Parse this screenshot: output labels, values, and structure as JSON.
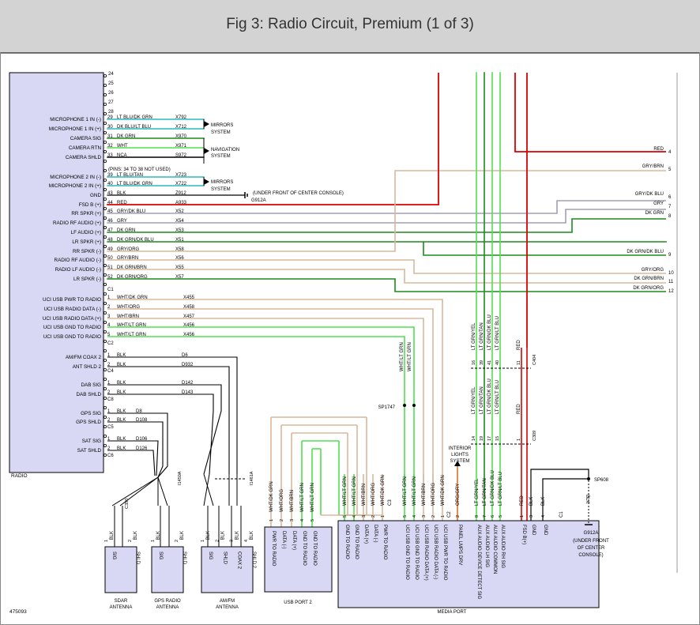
{
  "header": {
    "title": "Fig 3: Radio Circuit, Premium (1 of 3)"
  },
  "figure_id": "475093",
  "top_ref": "",
  "radio": {
    "label": "RADIO",
    "pins_note": "(PINS: 34 TO 38 NOT USED)",
    "connectors": [
      "C1",
      "C2",
      "C4",
      "C8",
      "C5",
      "C6"
    ],
    "left_labels": [
      "MICROPHONE 1 IN (-)",
      "MICROPHONE 1 IN (+)",
      "CAMERA SIG",
      "CAMERA RTN",
      "CAMERA SHLD",
      "MICROPHONE 2 IN (-)",
      "MICROPHONE 2 IN (+)",
      "GND",
      "FSD B (+)",
      "RR SPKR (+)",
      "RADIO RF AUDIO (+)",
      "LF AUDIO (+)",
      "LR SPKR (+)",
      "RR SPKR (-)",
      "RADIO RF AUDIO (-)",
      "RADIO LF AUDIO (-)",
      "LR SPKR (-)",
      "UCI USB PWR TO RADIO",
      "UCI USB RADIO DATA (-)",
      "UCI USB RADIO DATA (+)",
      "UCI USB GND TO RADIO",
      "UCI USB GND TO RADIO",
      "AM/FM COAX 2",
      "ANT SHLD 2",
      "DAB SIG",
      "DAB SHLD",
      "GPS SIG",
      "GPS SHLD",
      "SAT SIG",
      "SAT SHLD"
    ],
    "unused_pins": [
      "24",
      "25",
      "26",
      "27",
      "28"
    ],
    "pins": [
      {
        "n": "29",
        "color": "LT BLU/DK GRN",
        "circuit": "X792"
      },
      {
        "n": "30",
        "color": "DK BLU/LT BLU",
        "circuit": "X712"
      },
      {
        "n": "31",
        "color": "DK GRN",
        "circuit": "X970"
      },
      {
        "n": "32",
        "color": "WHT",
        "circuit": "X971"
      },
      {
        "n": "33",
        "color": "NCA",
        "circuit": "S972"
      },
      {
        "n": "39",
        "color": "LT BLU/TAN",
        "circuit": "X723"
      },
      {
        "n": "40",
        "color": "LT BLU/DK GRN",
        "circuit": "X722"
      },
      {
        "n": "43",
        "color": "BLK",
        "circuit": "Z912"
      },
      {
        "n": "44",
        "color": "RED",
        "circuit": "A933"
      },
      {
        "n": "45",
        "color": "GRY/DK BLU",
        "circuit": "X52"
      },
      {
        "n": "46",
        "color": "GRY",
        "circuit": "X54"
      },
      {
        "n": "47",
        "color": "DK GRN",
        "circuit": "X53"
      },
      {
        "n": "48",
        "color": "DK GRN/DK BLU",
        "circuit": "X51"
      },
      {
        "n": "49",
        "color": "GRY/ORG",
        "circuit": "X58"
      },
      {
        "n": "50",
        "color": "GRY/BRN",
        "circuit": "X56"
      },
      {
        "n": "51",
        "color": "DK GRN/BRN",
        "circuit": "X55"
      },
      {
        "n": "52",
        "color": "DK GRN/ORG",
        "circuit": "X57"
      },
      {
        "n": "1",
        "color": "WHT/DK GRN",
        "circuit": "X455"
      },
      {
        "n": "2",
        "color": "WHT/ORG",
        "circuit": "X458"
      },
      {
        "n": "3",
        "color": "WHT/BRN",
        "circuit": "X457"
      },
      {
        "n": "4",
        "color": "WHT/LT GRN",
        "circuit": "X456"
      },
      {
        "n": "5",
        "color": "WHT/LT GRN",
        "circuit": "X456"
      },
      {
        "n": "1",
        "color": "BLK",
        "circuit": "D6"
      },
      {
        "n": "2",
        "color": "BLK",
        "circuit": "D932"
      },
      {
        "n": "1",
        "color": "BLK",
        "circuit": "D142"
      },
      {
        "n": "2",
        "color": "BLK",
        "circuit": "D143"
      },
      {
        "n": "1",
        "color": "BLK",
        "circuit": "D8"
      },
      {
        "n": "2",
        "color": "BLK",
        "circuit": "D108"
      },
      {
        "n": "1",
        "color": "BLK",
        "circuit": "D106"
      },
      {
        "n": "2",
        "color": "BLK",
        "circuit": "D126"
      }
    ],
    "destinations": {
      "mirrors_1": "MIRRORS SYSTEM",
      "navigation": "NAVIGATION SYSTEM",
      "mirrors_2": "MIRRORS SYSTEM",
      "ground_note": "(UNDER FRONT OF CENTER CONSOLE)",
      "ground_id": "G912A"
    }
  },
  "right_side": {
    "wires": [
      {
        "n": "4",
        "color": "RED"
      },
      {
        "n": "5",
        "color": "GRY/BRN"
      },
      {
        "n": "6",
        "color": "GRY/DK BLU"
      },
      {
        "n": "7",
        "color": "GRY"
      },
      {
        "n": "8",
        "color": "DK GRN"
      },
      {
        "n": "9",
        "color": "DK GRN/DK BLU"
      },
      {
        "n": "10",
        "color": "GRY/ORG"
      },
      {
        "n": "11",
        "color": "DK GRN/BRN"
      },
      {
        "n": "12",
        "color": "DK GRN/ORG"
      }
    ]
  },
  "splice": "SP1747",
  "splice_wires": [
    "WHT/LT GRN",
    "WHT/LT GRN"
  ],
  "inline_connector_top": {
    "pins": [
      {
        "n": "16",
        "color": "LT GRN/YEL"
      },
      {
        "n": "39",
        "color": "LT GRN/TAN"
      },
      {
        "n": "41",
        "color": "LT GRN/DK BLU"
      },
      {
        "n": "40",
        "color": "LT GRN/LT BLU"
      },
      {
        "n": "11",
        "color": "RED"
      }
    ],
    "id": "C404"
  },
  "inline_connector_bottom": {
    "pins": [
      {
        "n": "14",
        "color": "LT GRN/YEL"
      },
      {
        "n": "19",
        "color": "LT GRN/TAN"
      },
      {
        "n": "17",
        "color": "LT GRN/DK BLU"
      },
      {
        "n": "15",
        "color": "LT GRN/LT BLU"
      },
      {
        "n": "1",
        "color": "RED"
      }
    ],
    "id": "C309"
  },
  "interior_lights": "INTERIOR LIGHTS SYSTEM",
  "sp608": "SP608",
  "g912a_bottom": {
    "id": "G912A",
    "note": "(UNDER FRONT OF CENTER CONSOLE)"
  },
  "antennas": [
    {
      "name": "SDAR ANTENNA",
      "pins": [
        "SIG",
        "SHLD"
      ],
      "wires": [
        "BLK",
        "BLK"
      ],
      "connector": "C350"
    },
    {
      "name": "GPS RADIO ANTENNA",
      "pins": [
        "SIG",
        "SHLD"
      ],
      "wires": [
        "BLK",
        "BLK"
      ],
      "connector": "I1450A"
    },
    {
      "name": "AM/FM ANTENNA",
      "pins": [
        "SIG",
        "SHLD",
        "COAX 2",
        "SHLD 2"
      ],
      "wires": [
        "BLK",
        "BLK",
        "BLK",
        "BLK"
      ],
      "connector": "I1461A"
    }
  ],
  "usb_port_2": {
    "name": "USB PORT 2",
    "pins": [
      "PWR TO RADIO",
      "DATA (-)",
      "DATA (+)",
      "GND TO RADIO",
      "GND TO RADIO"
    ],
    "pin_nums": [
      "1",
      "2",
      "3",
      "4",
      "5"
    ],
    "wires": [
      "WHT/DK GRN",
      "WHT/ORG",
      "WHT/BRN",
      "WHT/LT GRN",
      "WHT/LT GRN"
    ]
  },
  "media_port": {
    "name": "MEDIA PORT",
    "pins": [
      "GND TO RADIO",
      "GND TO RADIO",
      "DATA (+)",
      "DATA (-)",
      "PWR TO RADIO",
      "UCI USB GND TO RADIO",
      "UCI USB GND TO RADIO",
      "UCI USB RADIO DATA (+)",
      "UCI USB RADIO DATA (-)",
      "UCI USB PWR TO RADIO",
      "PANEL LMPS DRV",
      "AUX AUDIO DEVICE DETECT SIG",
      "AUX AUDIO LH SIG",
      "AUX AUDIO COMMON",
      "AUX AUDIO RH SIG",
      "FSD B(+)",
      "GND",
      "GND"
    ],
    "pin_nums": [
      "5",
      "4",
      "3",
      "2",
      "1",
      "5",
      "4",
      "3",
      "2",
      "1",
      "2",
      "8",
      "7",
      "6",
      "5",
      "1",
      "3",
      "4"
    ],
    "wires": [
      "WHT/LT GRN",
      "WHT/LT GRN",
      "WHT/BRN",
      "WHT/ORG",
      "WHT/DK GRN",
      "WHT/LT GRN",
      "WHT/LT GRN",
      "WHT/BRN",
      "WHT/ORG",
      "WHT/DK GRN",
      "ORG/GRY",
      "LT GRN/YEL",
      "LT GRN/TAN",
      "LT GRN/DK BLU",
      "LT GRN/LT BLU",
      "RED",
      "BLK",
      "BLK"
    ],
    "connectors": [
      "C3",
      "C2",
      "C1"
    ]
  },
  "colors": {
    "header_bg": "#d3d3d3",
    "module_fill": "#d8d8f4",
    "red": "#dd0000",
    "green_dk": "#1c8c1c",
    "green_lt": "#50e050",
    "gray": "#a0a0b4",
    "tan": "#d8b89c",
    "cyan": "#2cb8c0",
    "blue": "#6a6ad8"
  }
}
